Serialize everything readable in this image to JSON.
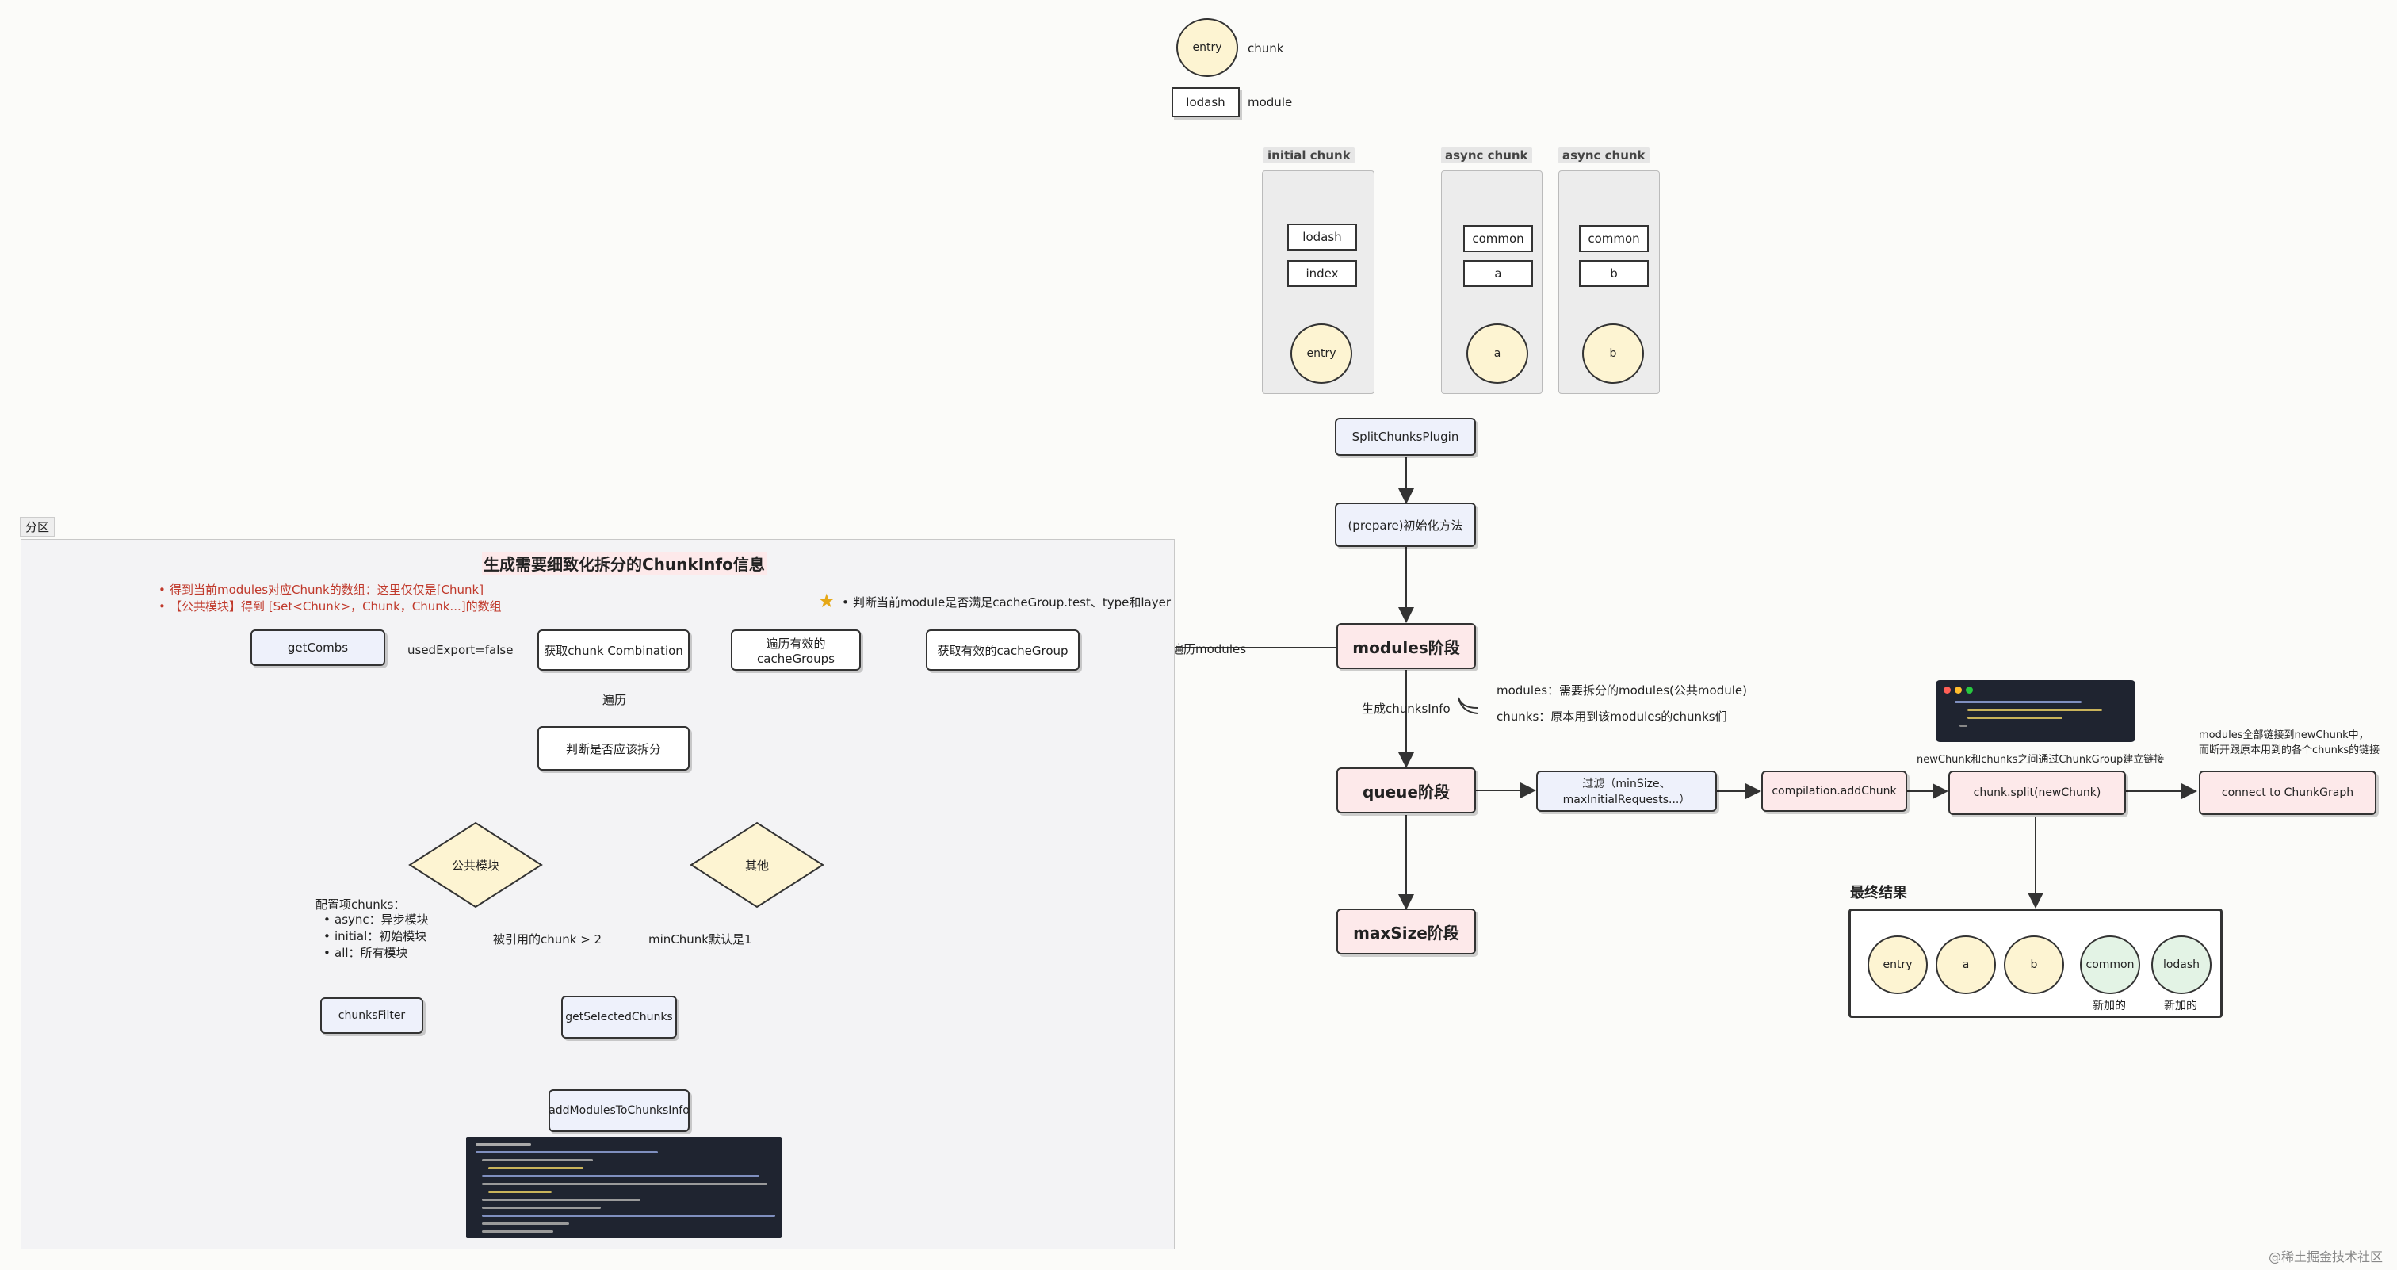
{
  "legend": {
    "chunk_circle": "entry",
    "chunk_label": "chunk",
    "module_box": "lodash",
    "module_label": "module"
  },
  "groups": [
    {
      "title": "initial chunk",
      "modules": [
        "lodash",
        "index"
      ],
      "chunk": "entry"
    },
    {
      "title": "async chunk",
      "modules": [
        "common",
        "a"
      ],
      "chunk": "a"
    },
    {
      "title": "async chunk",
      "modules": [
        "common",
        "b"
      ],
      "chunk": "b"
    }
  ],
  "flow": {
    "split_plugin": "SplitChunksPlugin",
    "prepare": "(prepare)初始化方法",
    "modules_stage": "modules阶段",
    "queue_stage": "queue阶段",
    "maxsize_stage": "maxSize阶段",
    "traverse_modules": "遍历modules",
    "gen_chunksinfo": "生成chunksInfo",
    "modules_note": "modules：需要拆分的modules(公共module)",
    "chunks_note": "chunks：原本用到该modules的chunks们",
    "filter": "过滤（minSize、maxInitialRequests...）",
    "add_chunk": "compilation.addChunk",
    "split": "chunk.split(newChunk)",
    "connect": "connect to ChunkGraph",
    "link_note": "newChunk和chunks之间通过ChunkGroup建立链接",
    "graph_note_1": "modules全部链接到newChunk中，",
    "graph_note_2": "而断开跟原本用到的各个chunks的链接"
  },
  "result": {
    "title": "最终结果",
    "circles": [
      "entry",
      "a",
      "b",
      "common",
      "lodash"
    ],
    "new_label": "新加的"
  },
  "partition": {
    "tag": "分区",
    "title": "生成需要细致化拆分的ChunkInfo信息",
    "notes": [
      "得到当前modules对应Chunk的数组：这里仅仅是[Chunk]",
      "【公共模块】得到 [Set<Chunk>，Chunk，Chunk...]的数组"
    ],
    "judge_note": "判断当前module是否满足cacheGroup.test、type和layer",
    "get_cache": "获取有效的cacheGroup",
    "loop_cache": "遍历有效的cacheGroups",
    "get_comb": "获取chunk Combination",
    "get_combs": "getCombs",
    "used_export": "usedExport=false",
    "traverse": "遍历",
    "judge_split": "判断是否应该拆分",
    "public_module": "公共模块",
    "other": "其他",
    "config_title": "配置项chunks：",
    "config_items": [
      "async：异步模块",
      "initial：初始模块",
      "all：所有模块"
    ],
    "ref_count": "被引用的chunk > 2",
    "min_chunk": "minChunk默认是1",
    "chunks_filter": "chunksFilter",
    "get_selected": "getSelectedChunks",
    "add_modules": "addModulesToChunksInfo"
  },
  "watermark": "@稀土掘金技术社区",
  "colors": {
    "blue": "#eef1fb",
    "pink": "#fde9ea",
    "yellow": "#fdf4d2",
    "green": "#e3f3e5",
    "red_text": "#c0392b"
  }
}
